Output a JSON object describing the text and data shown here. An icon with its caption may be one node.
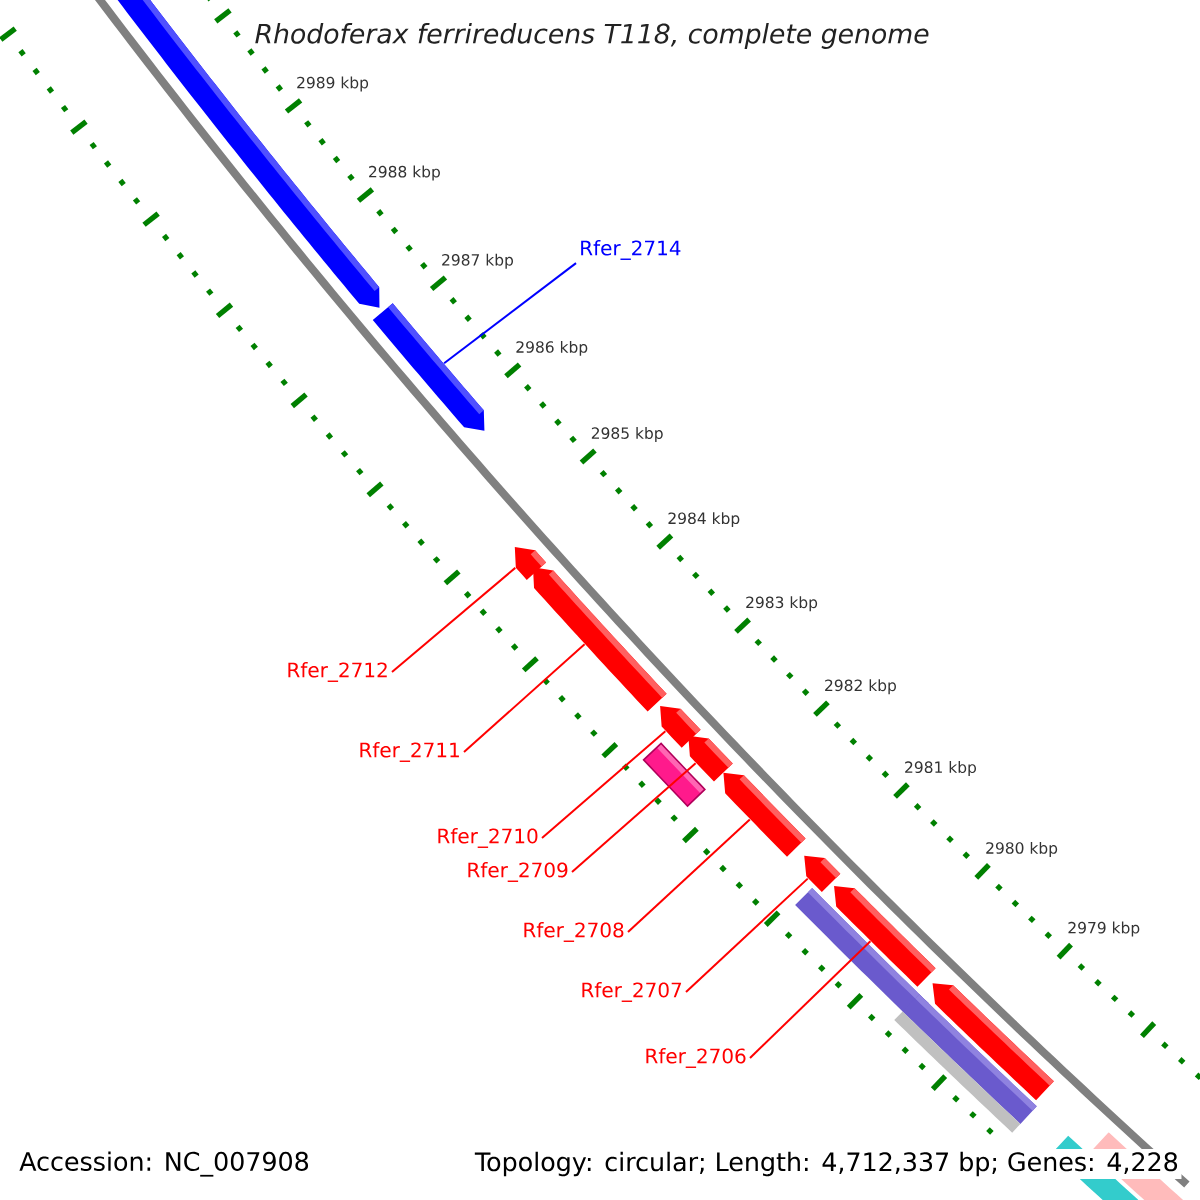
{
  "diagram": {
    "title": "Rhodoferax ferrireducens T118, complete genome",
    "nodes": [
      {
        "text": [
          "Rfer_2714"
        ]
      },
      {
        "text": [],
        "shape": "arrow"
      },
      {
        "text": [],
        "shape": "arrow"
      },
      {
        "text": [],
        "shape": "arrow"
      },
      {
        "text": [],
        "shape": "arrow"
      },
      {
        "text": [],
        "shape": "arrow"
      },
      {
        "text": [],
        "shape": "arrow"
      },
      {
        "text": [],
        "shape": "box"
      },
      {
        "text": [],
        "shape": "arrow"
      },
      {
        "text": [],
        "shape": "arrow"
      },
      {
        "text": [],
        "shape": "arrow"
      },
      {
        "text": [],
        "shape": "bar"
      },
      {
        "text": [],
        "shape": "arrow"
      },
      {
        "text": [],
        "shape": "bar"
      },
      {
        "text": [
          "Rfer_2712"
        ]
      },
      {
        "text": [
          "Rfer_2711"
        ]
      },
      {
        "text": [
          "Rfer_2710"
        ]
      },
      {
        "text": [
          "Rfer_2709"
        ]
      },
      {
        "text": [
          "Rfer_2708"
        ]
      },
      {
        "text": [
          "Rfer_2707"
        ]
      },
      {
        "text": [
          "Rfer_2706"
        ]
      }
    ],
    "edges": [
      {
        "from": 0,
        "to": 2,
        "arrow": "none",
        "color": "#0000ff"
      },
      {
        "from": 14,
        "to": 3,
        "arrow": "none"
      },
      {
        "from": 15,
        "to": 4,
        "arrow": "none"
      },
      {
        "from": 16,
        "to": 5,
        "arrow": "none"
      },
      {
        "from": 17,
        "to": 6,
        "arrow": "none"
      },
      {
        "from": 18,
        "to": 8,
        "arrow": "none"
      },
      {
        "from": 19,
        "to": 9,
        "arrow": "none"
      },
      {
        "from": 20,
        "to": 10,
        "arrow": "none"
      }
    ],
    "labels": [
      "2989 kbp",
      "2988 kbp",
      "2987 kbp",
      "2986 kbp",
      "2985 kbp",
      "2984 kbp",
      "2983 kbp",
      "2982 kbp",
      "2981 kbp",
      "2980 kbp",
      "2979 kbp",
      "Accession: NC_007908",
      "Topology: circular; Length: 4,712,337 bp; Genes: 4,228"
    ]
  }
}
